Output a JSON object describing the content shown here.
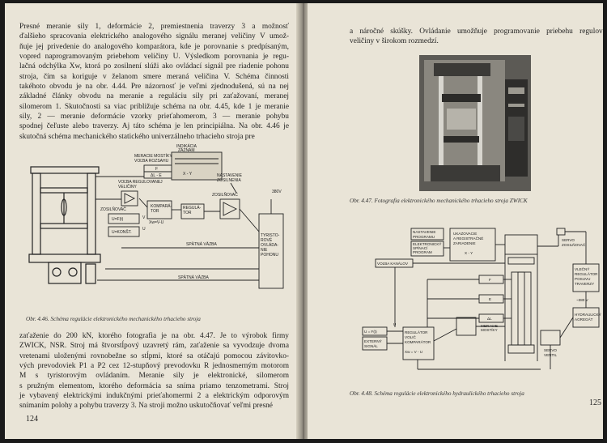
{
  "left_page": {
    "paragraph_1": [
      "Presné meranie sily 1, deformácie 2, premiestnenia traverzy 3 a možnosť",
      "ďalšieho spracovania elektrického analogového signálu meranej veličiny V umož-",
      "ňuje jej privedenie do analogového komparátora, kde je porovnanie s predpísaným,",
      "vopred naprogramovaným priebehom veličiny U. Výsledkom porovnania je regu-",
      "lačná odchýlka Xw, ktorá po zosilnení slúži ako ovládací signál pre riadenie pohonu",
      "stroja, čím sa koriguje v želanom smere meraná veličina V. Schéma činnosti",
      "takéhoto obvodu je na obr. 4.44. Pre názornosť je veľmi zjednodušená, sú na nej",
      "základné články obvodu na meranie a reguláciu sily pri zaťažovaní, meranej",
      "silomerom 1. Skutočnosti sa viac približuje schéma na obr. 4.45, kde 1 je meranie",
      "sily, 2 — meranie deformácie vzorky prieťahomerom, 3 — meranie pohybu",
      "spodnej čeľuste alebo traverzy. Aj táto schéma je len principiálna. Na obr. 4.46 je",
      "skutočná schéma mechanického statického univerzálneho trhacieho stroja pre"
    ],
    "figure_labels": {
      "indication": [
        "INDIKÁCIA",
        "ZÁZNAM"
      ],
      "range_selector": [
        "MERACIE MOSTÍKY",
        "VOĽBA ROZSAHU"
      ],
      "variable_select": [
        "VOĽBA REGULOVANEJ",
        "VELIČINY"
      ],
      "gain_setting": [
        "NASTAVENIE",
        "ZOSILNENIA"
      ],
      "voltage": "380V",
      "amplifier_1": "ZOSILŇOVAČ",
      "amplifier_2": "ZOSILŇOVAČ",
      "comparator": [
        "KOMPARÁ-",
        "TOR"
      ],
      "regulator": [
        "REGULÁ-",
        "TOR"
      ],
      "function": "U=F(t)",
      "constant": "U=KONŠT.",
      "thyristor": [
        "TYRISTO-",
        "ROVÉ",
        "OVLÁDA-",
        "NIE",
        "POHONU"
      ],
      "feedback": "SPÄTNÁ VÄZBA",
      "xy": "X - Y",
      "f": "F",
      "dl": "ΔL - E",
      "diff": "Xw=V-U",
      "v": "V",
      "u": "U"
    },
    "caption": "Obr. 4.46. Schéma regulácie elektronického mechanického trhacieho stroja",
    "paragraph_2": [
      "zaťaženie do 200 kN, ktorého fotografia je na obr. 4.47. Je to výrobok firmy",
      "ZWICK, NSR. Stroj má štvorstĺpový uzavretý rám, zaťaženie sa vyvodzuje dvoma",
      "vretenami uloženými rovnobežne so stĺpmi, ktoré sa otáčajú pomocou závitovko-",
      "vých prevodoviek P1 a P2 cez 12-stupňový prevodovku R jednosmerným motorom",
      "M s tyristorovým ovládaním. Meranie sily je elektronické, silomerom",
      "s pružným elementom, ktorého deformácia sa sníma priamo tenzometrami. Stroj",
      "je vybavený elektrickými indukčnými prieťahomermi 2 a elektrickým odporovým",
      "snímaním polohy a pohybu traverzy 3. Na stroji možno uskutočňovať veľmi presné"
    ],
    "page_number": "124"
  },
  "right_page": {
    "top_text": [
      "a náročné skúšky. Ovládanie umožňuje programovanie priebehu regulova-",
      "veličiny v širokom rozmedzí."
    ],
    "photo_caption": "Obr. 4.47. Fotografia elektronického mechanického trhacieho stroja ZWICK",
    "figure_labels": {
      "program_setting": [
        "NASTAVENIE",
        "PROGRAMU"
      ],
      "electronic_program": [
        "ELEKTRONICKÝ",
        "SPÍNACÍ",
        "PROGRAM"
      ],
      "channel_select": "VOĽBA KANÁLOV",
      "display": [
        "UKAZOVACIE",
        "A REGISTRAČNÉ",
        "ZARIADENIE"
      ],
      "xy": "X - Y",
      "servo_amp": [
        "SERVO",
        "ZOSILŇOVAČ"
      ],
      "traverse_reg": [
        "VLEČNÝ",
        "REGULÁTOR",
        "POSUVU",
        "TRAVERZY"
      ],
      "voltage": "~380 V",
      "hydraulic": [
        "HYDRAULICKÝ",
        "AGREGÁT"
      ],
      "measuring_bridges": [
        "MERACIE",
        "MOSTÍKY"
      ],
      "function": "U = F(t)",
      "external": [
        "EXTERNÝ",
        "SIGNÁL"
      ],
      "regulator": [
        "REGULÁTOR",
        "VOLIČ",
        "KOMPARÁTOR"
      ],
      "diff": "Xw = V - U",
      "servo_valve": [
        "SERVO",
        "VENTIL"
      ],
      "f": "F",
      "e": "E",
      "dl": "ΔL",
      "u": "U"
    },
    "caption": "Obr. 4.48. Schéma regulácie elektronického hydraulického trhacieho stroja",
    "page_number": "125"
  }
}
